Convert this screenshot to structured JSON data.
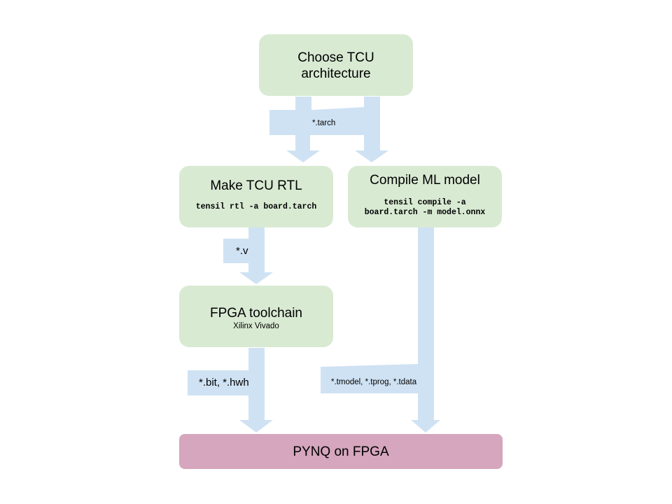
{
  "nodes": {
    "choose_arch": {
      "title": "Choose TCU\narchitecture"
    },
    "make_rtl": {
      "title": "Make TCU RTL",
      "command": "tensil rtl -a board.tarch"
    },
    "compile_model": {
      "title": "Compile ML model",
      "command": "tensil compile -a\nboard.tarch -m model.onnx"
    },
    "fpga_toolchain": {
      "title": "FPGA toolchain",
      "subtitle": "Xilinx Vivado"
    },
    "pynq": {
      "title": "PYNQ on FPGA"
    }
  },
  "edges": {
    "tarch": "*.tarch",
    "verilog": "*.v",
    "bitstream": "*.bit, *.hwh",
    "model_files": "*.tmodel, *.tprog, *.tdata"
  },
  "colors": {
    "process_fill": "#d9ead3",
    "target_fill": "#d5a6bd",
    "arrow_fill": "#cfe2f3"
  }
}
